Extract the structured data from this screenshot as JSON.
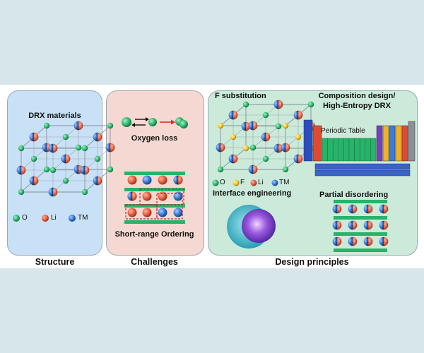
{
  "panels": {
    "structure": {
      "title": "DRX materials",
      "legend": [
        {
          "label": "O",
          "color": "#2db36b"
        },
        {
          "label": "Li",
          "color": "#e05a3a"
        },
        {
          "label": "TM",
          "color": "#2f74d0"
        }
      ],
      "caption": "Structure"
    },
    "challenges": {
      "oxygen_loss": "Oxygen loss",
      "short_range": "Short-range Ordering",
      "caption": "Challenges"
    },
    "design": {
      "f_substitution": "F substitution",
      "composition_line1": "Composition design/",
      "composition_line2": "High-Entropy DRX",
      "periodic_table": "Periodic Table",
      "interface": "Interface engineering",
      "partial": "Partial disordering",
      "legend": [
        {
          "label": "O",
          "color": "#2db36b"
        },
        {
          "label": "F",
          "color": "#f1c232"
        },
        {
          "label": "Li",
          "color": "#e05a3a"
        },
        {
          "label": "TM",
          "color": "#2f74d0"
        }
      ],
      "caption": "Design principles"
    }
  },
  "colors": {
    "oxygen": "#2db36b",
    "fluorine": "#f1c232",
    "lithium": "#e05a3a",
    "transition_metal": "#2f74d0",
    "layer_bar": "#27b36a"
  }
}
